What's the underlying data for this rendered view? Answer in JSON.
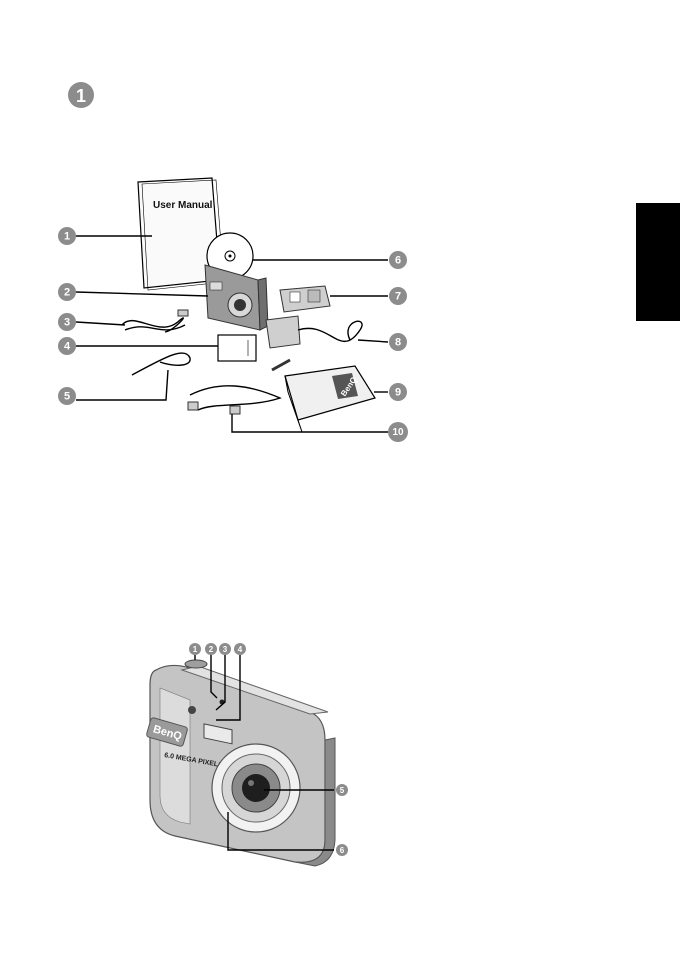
{
  "section": {
    "number": "1"
  },
  "accessories": {
    "manual_title": "User Manual",
    "brand": "BenQ",
    "callouts": [
      "1",
      "2",
      "3",
      "4",
      "5",
      "6",
      "7",
      "8",
      "9",
      "10"
    ]
  },
  "camera": {
    "brand": "BenQ",
    "megapixels": "6.0 MEGA PIXELS",
    "callouts": [
      "1",
      "2",
      "3",
      "4",
      "5",
      "6"
    ]
  },
  "colors": {
    "badge": "#8c8c8c",
    "tab": "#000000"
  }
}
